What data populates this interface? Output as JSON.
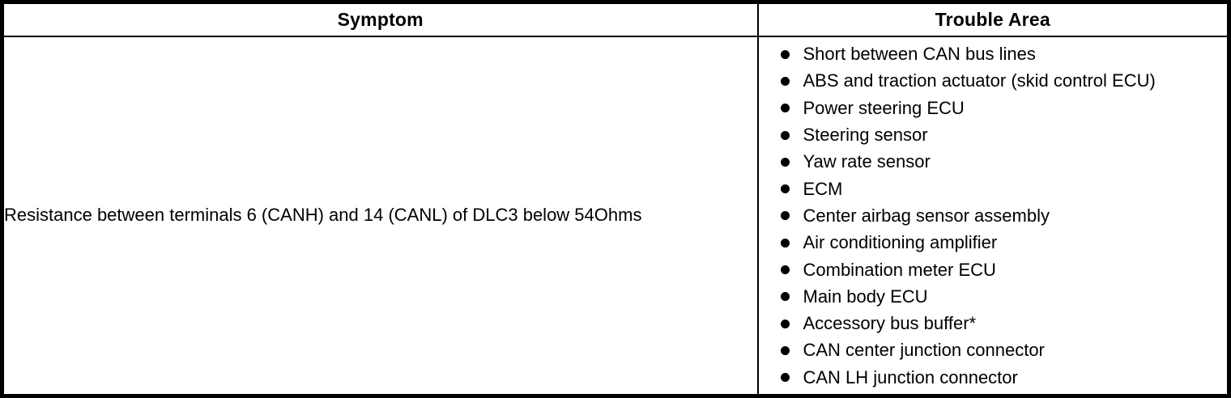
{
  "table": {
    "headers": {
      "symptom": "Symptom",
      "trouble_area": "Trouble Area"
    },
    "row": {
      "symptom_text": "Resistance between terminals 6 (CANH) and 14 (CANL) of DLC3 below 54Ohms"
    },
    "trouble_items": [
      "Short between CAN bus lines",
      "ABS and traction actuator (skid control ECU)",
      "Power steering ECU",
      "Steering sensor",
      "Yaw rate sensor",
      "ECM",
      "Center airbag sensor assembly",
      "Air conditioning amplifier",
      "Combination meter ECU",
      "Main body ECU",
      "Accessory bus buffer*",
      "CAN center junction connector",
      "CAN LH junction connector"
    ],
    "colors": {
      "border": "#000000",
      "background": "#ffffff",
      "text": "#000000",
      "bullet": "#000000"
    }
  }
}
